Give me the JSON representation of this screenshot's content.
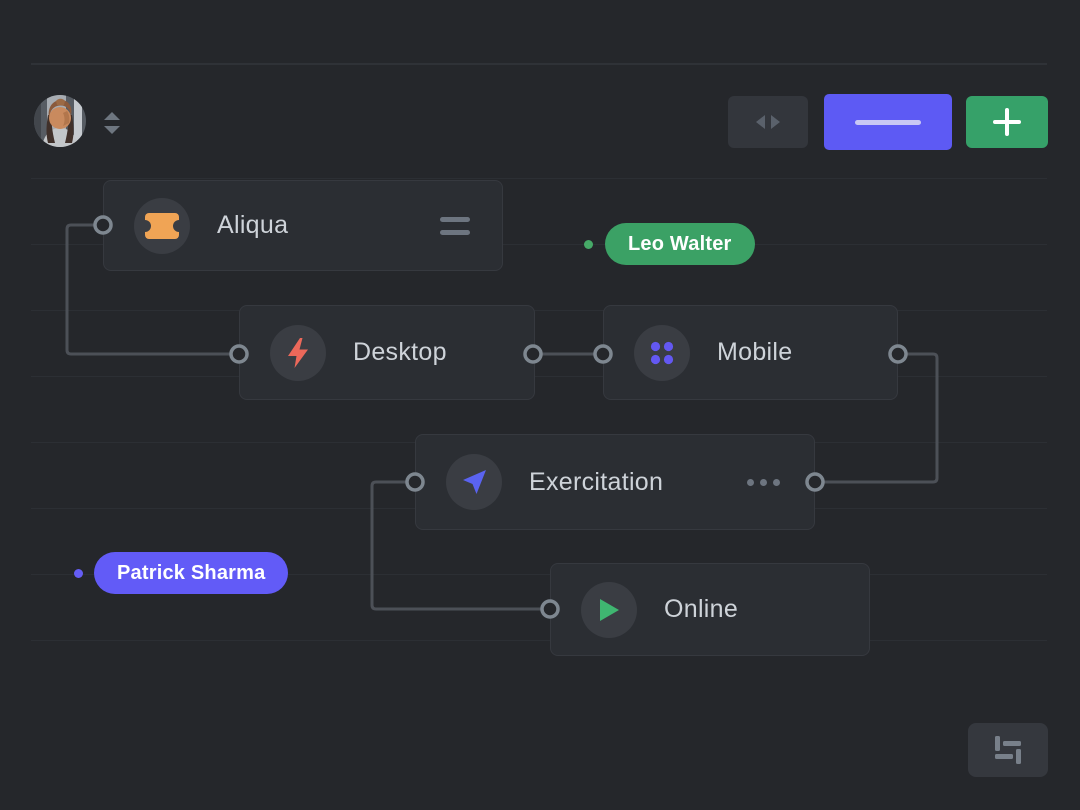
{
  "colors": {
    "background": "#25272b",
    "node_background": "#2b2e33",
    "node_border": "#36393f",
    "grid_line": "#2c2f34",
    "connector": "#4c5057",
    "port_ring": "#7e8790",
    "label_text": "#ced3d9",
    "accent_indigo": "#5d5af4",
    "accent_green": "#36a169",
    "accent_orange": "#f0a455",
    "accent_red": "#ec685a",
    "badge_green": "#3ba165",
    "badge_indigo": "#625bf7"
  },
  "header": {
    "avatar": {
      "icon": "user-avatar-photo"
    },
    "sort_control": {
      "icon": "sort-up-down-icon"
    },
    "buttons": [
      {
        "name": "collapse",
        "icon": "horizontal-arrows-icon",
        "color": "#33363c"
      },
      {
        "name": "primary",
        "icon": "minimized-line",
        "color": "#5d5af4"
      },
      {
        "name": "add",
        "icon": "plus-icon",
        "color": "#36a169"
      }
    ]
  },
  "nodes": [
    {
      "label": "Aliqua",
      "icon": "ticket-icon",
      "icon_color": "#f0a455",
      "trailing": "equals-menu-icon"
    },
    {
      "label": "Desktop",
      "icon": "lightning-icon",
      "icon_color": "#ec685a"
    },
    {
      "label": "Mobile",
      "icon": "dots-grid-icon",
      "icon_color": "#6358f2"
    },
    {
      "label": "Exercitation",
      "icon": "send-arrow-icon",
      "icon_color": "#5a63f0",
      "trailing": "ellipsis-icon"
    },
    {
      "label": "Online",
      "icon": "play-icon",
      "icon_color": "#3fb671"
    }
  ],
  "badges": [
    {
      "label": "Leo Walter",
      "color": "#3ba165",
      "dot_color": "#46a967"
    },
    {
      "label": "Patrick Sharma",
      "color": "#625bf7",
      "dot_color": "#655df5"
    }
  ],
  "footer": {
    "settings_button_icon": "sliders-icon"
  }
}
